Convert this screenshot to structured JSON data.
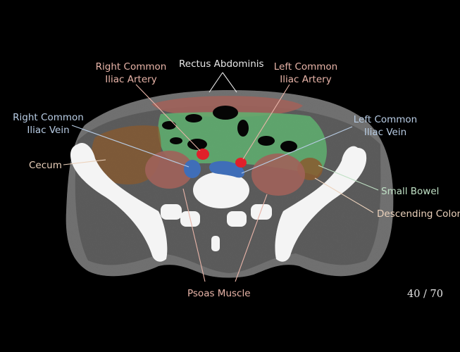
{
  "viewer": {
    "slice_current": 40,
    "slice_total": 70,
    "slice_label": "40 / 70"
  },
  "labels": {
    "rectus_abdominis": "Rectus Abdominis",
    "right_common_iliac_artery": [
      "Right Common",
      "Iliac Artery"
    ],
    "left_common_iliac_artery": [
      "Left Common",
      "Iliac Artery"
    ],
    "right_common_iliac_vein": [
      "Right Common",
      "Iliac Vein"
    ],
    "left_common_iliac_vein": [
      "Left Common",
      "Iliac Vein"
    ],
    "cecum": "Cecum",
    "small_bowel": "Small Bowel",
    "descending_colon": "Descending Colon",
    "psoas_muscle": "Psoas Muscle"
  },
  "colors": {
    "muscle": "#a0625a",
    "artery": "#e0202a",
    "vein": "#3f6eb8",
    "small_bowel": "#5fb070",
    "colon": "#8a5a2e",
    "label_artery": "#e8b4a8",
    "label_vein": "#b8cce4",
    "label_bowel": "#bfe0c4",
    "label_colon": "#ecd2bc"
  }
}
